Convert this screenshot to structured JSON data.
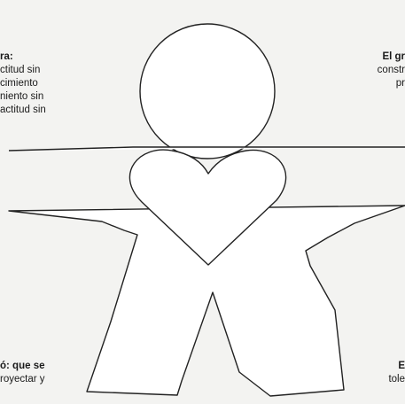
{
  "annotations": {
    "top_left": {
      "heading": "ra:",
      "lines": [
        "ctitud sin",
        "cimiento",
        "niento sin",
        "actitud sin"
      ]
    },
    "top_right": {
      "heading": "El gr",
      "lines": [
        "constr",
        "pr"
      ]
    },
    "bottom_left": {
      "heading": "ó: que se",
      "lines": [
        "royectar y"
      ]
    },
    "bottom_right": {
      "heading": "E",
      "lines": [
        "tole"
      ]
    }
  },
  "colors": {
    "paper": "#f3f3f1",
    "stroke": "#222222",
    "fill": "#ffffff"
  }
}
